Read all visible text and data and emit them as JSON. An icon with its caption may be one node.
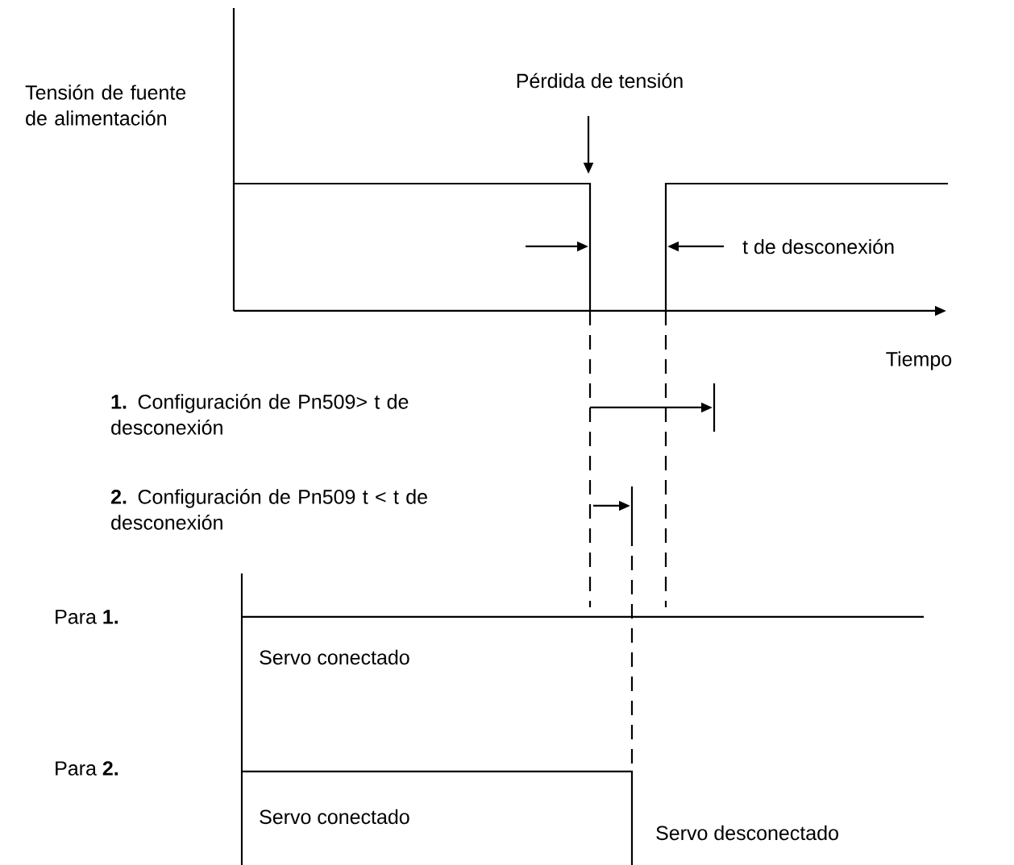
{
  "diagram": {
    "labels": [
      "Tensión de fuente de alimentación",
      "Pérdida de tensión",
      "t de desconexión",
      "Tiempo",
      "**1.** Configuración de Pn509> t de desconexión",
      "**2.** Configuración de Pn509 t < t de desconexión",
      "Para **1.**",
      "Servo conectado",
      "Para **2.**",
      "Servo conectado",
      "Servo desconectado"
    ]
  }
}
